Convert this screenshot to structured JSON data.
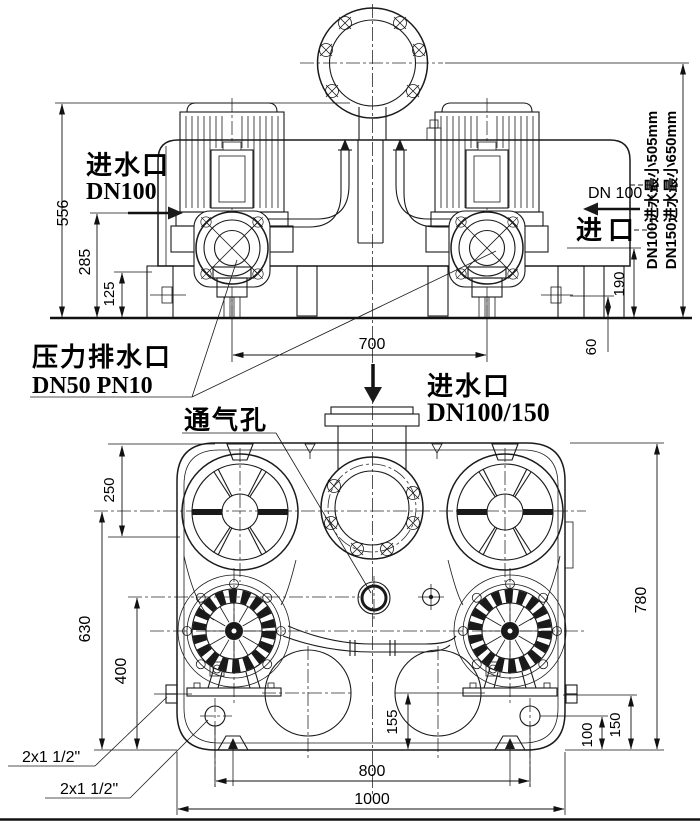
{
  "page": {
    "background": "#ffffff",
    "line_color": "#1a1a1a"
  },
  "labels": {
    "inlet_side_l1": "进水口",
    "inlet_side_l2": "DN100",
    "inlet_right_dn": "DN 100",
    "inlet_right_name": "进口",
    "min_inlet_dn100": "DN100进水最小505mm",
    "min_inlet_dn150": "DN150进水最小650mm",
    "pressure_outlet_l1": "压力排水口",
    "pressure_outlet_l2": "DN50 PN10",
    "vent": "通气孔",
    "inlet_front_l1": "进水口",
    "inlet_front_l2": "DN100/150",
    "thread_side": "2x1 1/2\"",
    "thread_anchor": "2x1 1/2\""
  },
  "dims": {
    "d556": "556",
    "d285": "285",
    "d125": "125",
    "d700": "700",
    "d190": "190",
    "d60": "60",
    "d250": "250",
    "d630": "630",
    "d400": "400",
    "d780": "780",
    "d155": "155",
    "d100": "100",
    "d150": "150",
    "d800": "800",
    "d1000": "1000"
  }
}
